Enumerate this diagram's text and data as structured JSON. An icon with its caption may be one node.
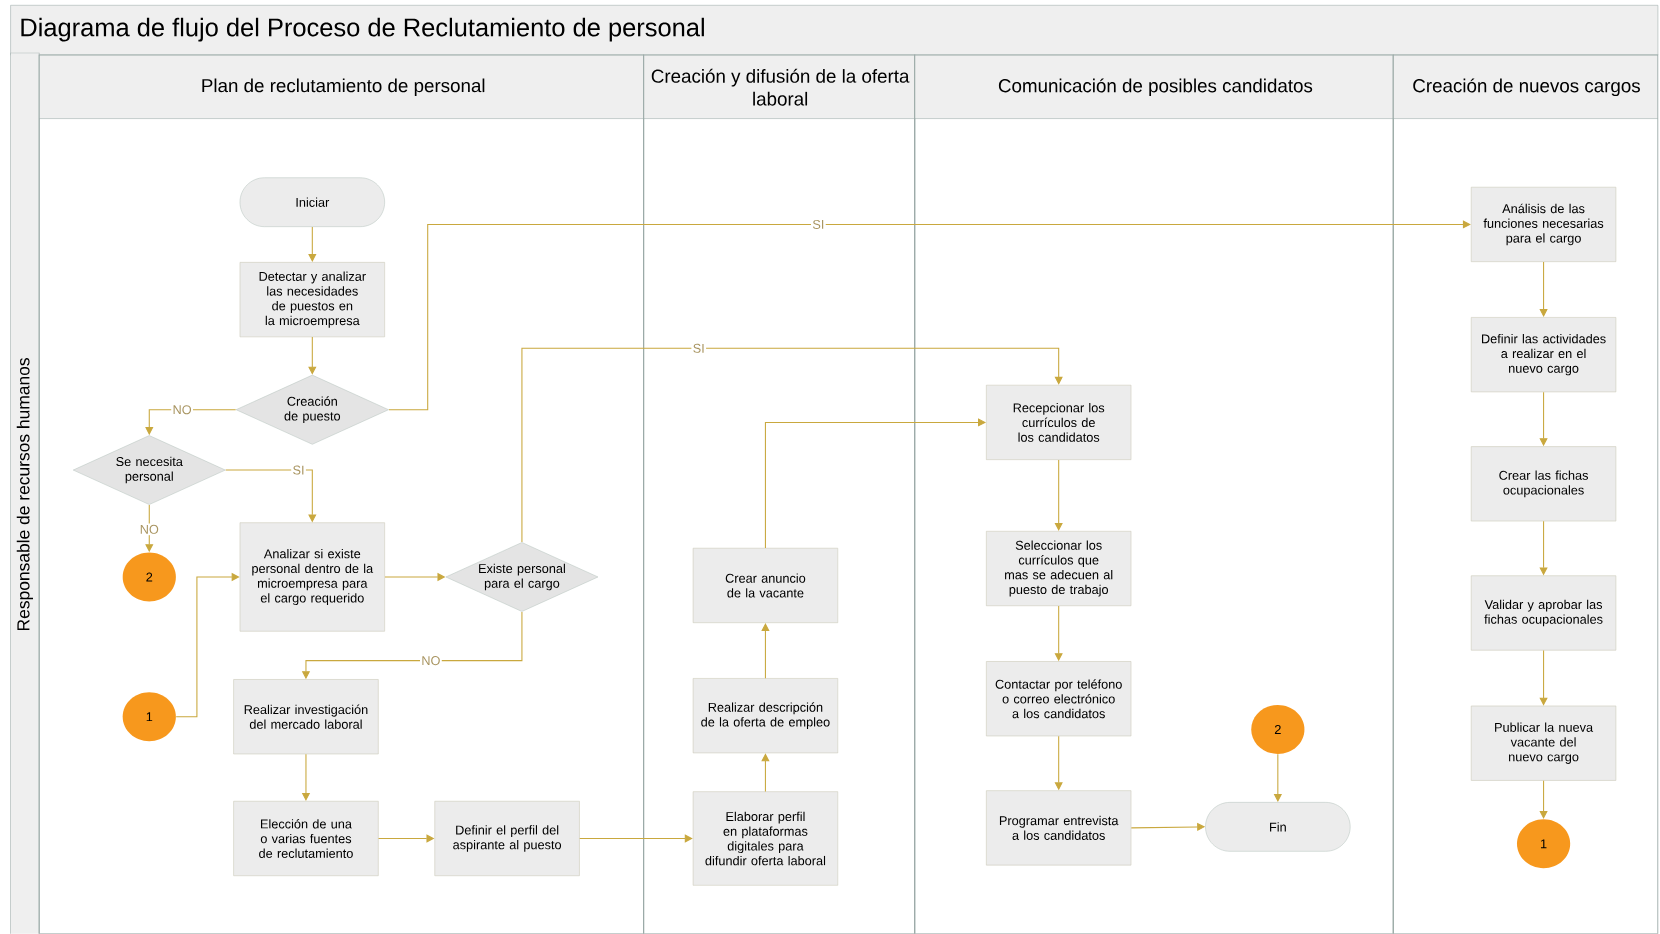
{
  "diagram": {
    "title": "Diagrama de flujo del Proceso de Reclutamiento de personal",
    "nodes": [
      {
        "text": [
          "Responsable de recursos humanos"
        ]
      },
      {
        "text": [
          "Plan de reclutamiento de personal"
        ]
      },
      {
        "text": [
          "Creación y difusión de la oferta laboral"
        ]
      },
      {
        "text": [
          "Comunicación de posibles candidatos"
        ]
      },
      {
        "text": [
          "Creación de nuevos cargos"
        ]
      },
      {
        "text": [
          "Iniciar"
        ],
        "in": 1
      },
      {
        "text": [
          "Detectar y analizar las necesidades de puestos en la microempresa"
        ],
        "in": 1
      },
      {
        "text": [
          "Creación de puesto"
        ],
        "in": 1
      },
      {
        "text": [
          "Se necesita personal"
        ],
        "in": 1
      },
      {
        "text": [
          "2"
        ],
        "in": 1
      },
      {
        "text": [
          "Analizar si existe personal dentro de la microempresa para el cargo requerido"
        ],
        "in": 1
      },
      {
        "text": [
          "Existe personal para el cargo"
        ],
        "in": 1
      },
      {
        "text": [
          "1"
        ],
        "in": 1
      },
      {
        "text": [
          "Realizar investigación del mercado laboral"
        ],
        "in": 1
      },
      {
        "text": [
          "Elección de una o varias fuentes de reclutamiento"
        ],
        "in": 1
      },
      {
        "text": [
          "Definir el perfil del aspirante al puesto"
        ],
        "in": 1
      },
      {
        "text": [
          "Crear anuncio de la vacante"
        ],
        "in": 2
      },
      {
        "text": [
          "Realizar descripción de la oferta de empleo"
        ],
        "in": 2
      },
      {
        "text": [
          "Elaborar perfil en plataformas digitales para difundir oferta laboral"
        ],
        "in": 2
      },
      {
        "text": [
          "Recepcionar los currículos de los candidatos"
        ],
        "in": 3
      },
      {
        "text": [
          "Seleccionar los currículos que mas se adecuen al puesto de trabajo"
        ],
        "in": 3
      },
      {
        "text": [
          "Contactar por teléfono o correo electrónico a los candidatos"
        ],
        "in": 3
      },
      {
        "text": [
          "Programar entrevista a los candidatos"
        ],
        "in": 3
      },
      {
        "text": [
          "2"
        ],
        "in": 3
      },
      {
        "text": [
          "Fin"
        ],
        "in": 3
      },
      {
        "text": [
          "Análisis de las funciones necesarias para el cargo"
        ],
        "in": 4
      },
      {
        "text": [
          "Definir las actividades a realizar en el nuevo cargo"
        ],
        "in": 4
      },
      {
        "text": [
          "Crear las fichas ocupacionales"
        ],
        "in": 4
      },
      {
        "text": [
          "Validar y aprobar las fichas ocupacionales"
        ],
        "in": 4
      },
      {
        "text": [
          "Publicar la nueva vacante del nuevo cargo"
        ],
        "in": 4
      },
      {
        "text": [
          "1"
        ],
        "in": 4
      }
    ],
    "edges": [
      {
        "from": 5,
        "to": 6,
        "arrow": "to"
      },
      {
        "from": 6,
        "to": 7,
        "arrow": "to"
      },
      {
        "from": 7,
        "to": 8,
        "arrow": "to",
        "label": "NO"
      },
      {
        "from": 7,
        "to": 25,
        "arrow": "to",
        "label": "SI"
      },
      {
        "from": 8,
        "to": 10,
        "arrow": "to",
        "label": "SI"
      },
      {
        "from": 8,
        "to": 9,
        "arrow": "to",
        "label": "NO"
      },
      {
        "from": 10,
        "to": 11,
        "arrow": "to"
      },
      {
        "from": 11,
        "to": 19,
        "arrow": "to",
        "label": "SI"
      },
      {
        "from": 11,
        "to": 13,
        "arrow": "to",
        "label": "NO"
      },
      {
        "from": 12,
        "to": 10,
        "arrow": "to"
      },
      {
        "from": 13,
        "to": 14,
        "arrow": "to"
      },
      {
        "from": 14,
        "to": 15,
        "arrow": "to"
      },
      {
        "from": 15,
        "to": 18,
        "arrow": "to"
      },
      {
        "from": 18,
        "to": 17,
        "arrow": "to"
      },
      {
        "from": 17,
        "to": 16,
        "arrow": "to"
      },
      {
        "from": 16,
        "to": 19,
        "arrow": "to"
      },
      {
        "from": 19,
        "to": 20,
        "arrow": "to"
      },
      {
        "from": 20,
        "to": 21,
        "arrow": "to"
      },
      {
        "from": 21,
        "to": 22,
        "arrow": "to"
      },
      {
        "from": 22,
        "to": 24,
        "arrow": "to"
      },
      {
        "from": 23,
        "to": 24,
        "arrow": "to"
      },
      {
        "from": 25,
        "to": 26,
        "arrow": "to"
      },
      {
        "from": 26,
        "to": 27,
        "arrow": "to"
      },
      {
        "from": 27,
        "to": 28,
        "arrow": "to"
      },
      {
        "from": 28,
        "to": 29,
        "arrow": "to"
      },
      {
        "from": 29,
        "to": 30,
        "arrow": "to"
      }
    ]
  }
}
